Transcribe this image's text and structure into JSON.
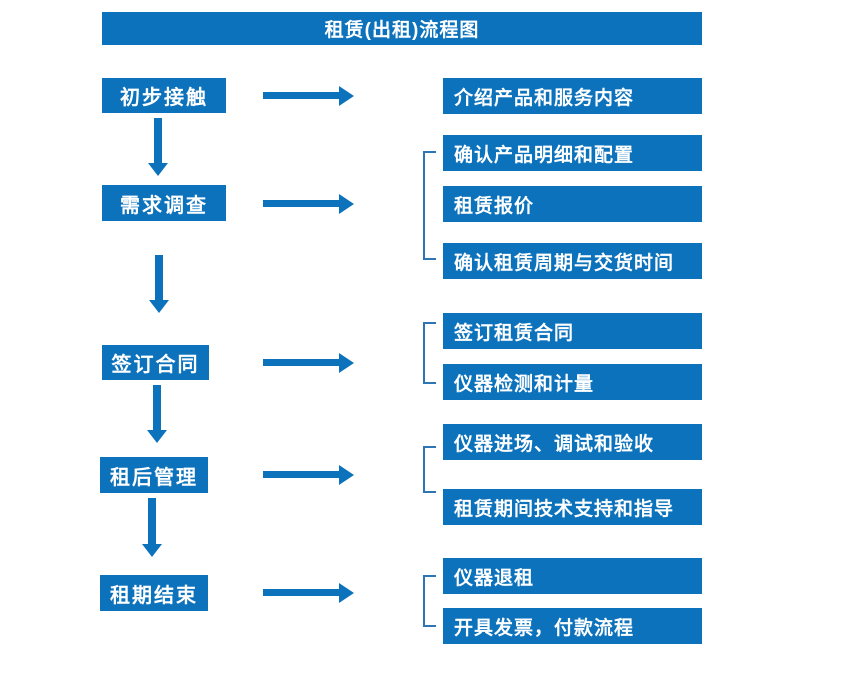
{
  "title": "租赁(出租)流程图",
  "colors": {
    "primary_blue": "#0d72bc",
    "bracket_blue": "#2e75b6",
    "text_on_blue": "#ffffff",
    "background": "#ffffff"
  },
  "steps": [
    {
      "label": "初步接触",
      "details": [
        "介绍产品和服务内容"
      ]
    },
    {
      "label": "需求调查",
      "details": [
        "确认产品明细和配置",
        "租赁报价",
        "确认租赁周期与交货时间"
      ]
    },
    {
      "label": "签订合同",
      "details": [
        "签订租赁合同",
        "仪器检测和计量"
      ]
    },
    {
      "label": "租后管理",
      "details": [
        "仪器进场、调试和验收",
        "租赁期间技术支持和指导"
      ]
    },
    {
      "label": "租期结束",
      "details": [
        "仪器退租",
        "开具发票，付款流程"
      ]
    }
  ]
}
